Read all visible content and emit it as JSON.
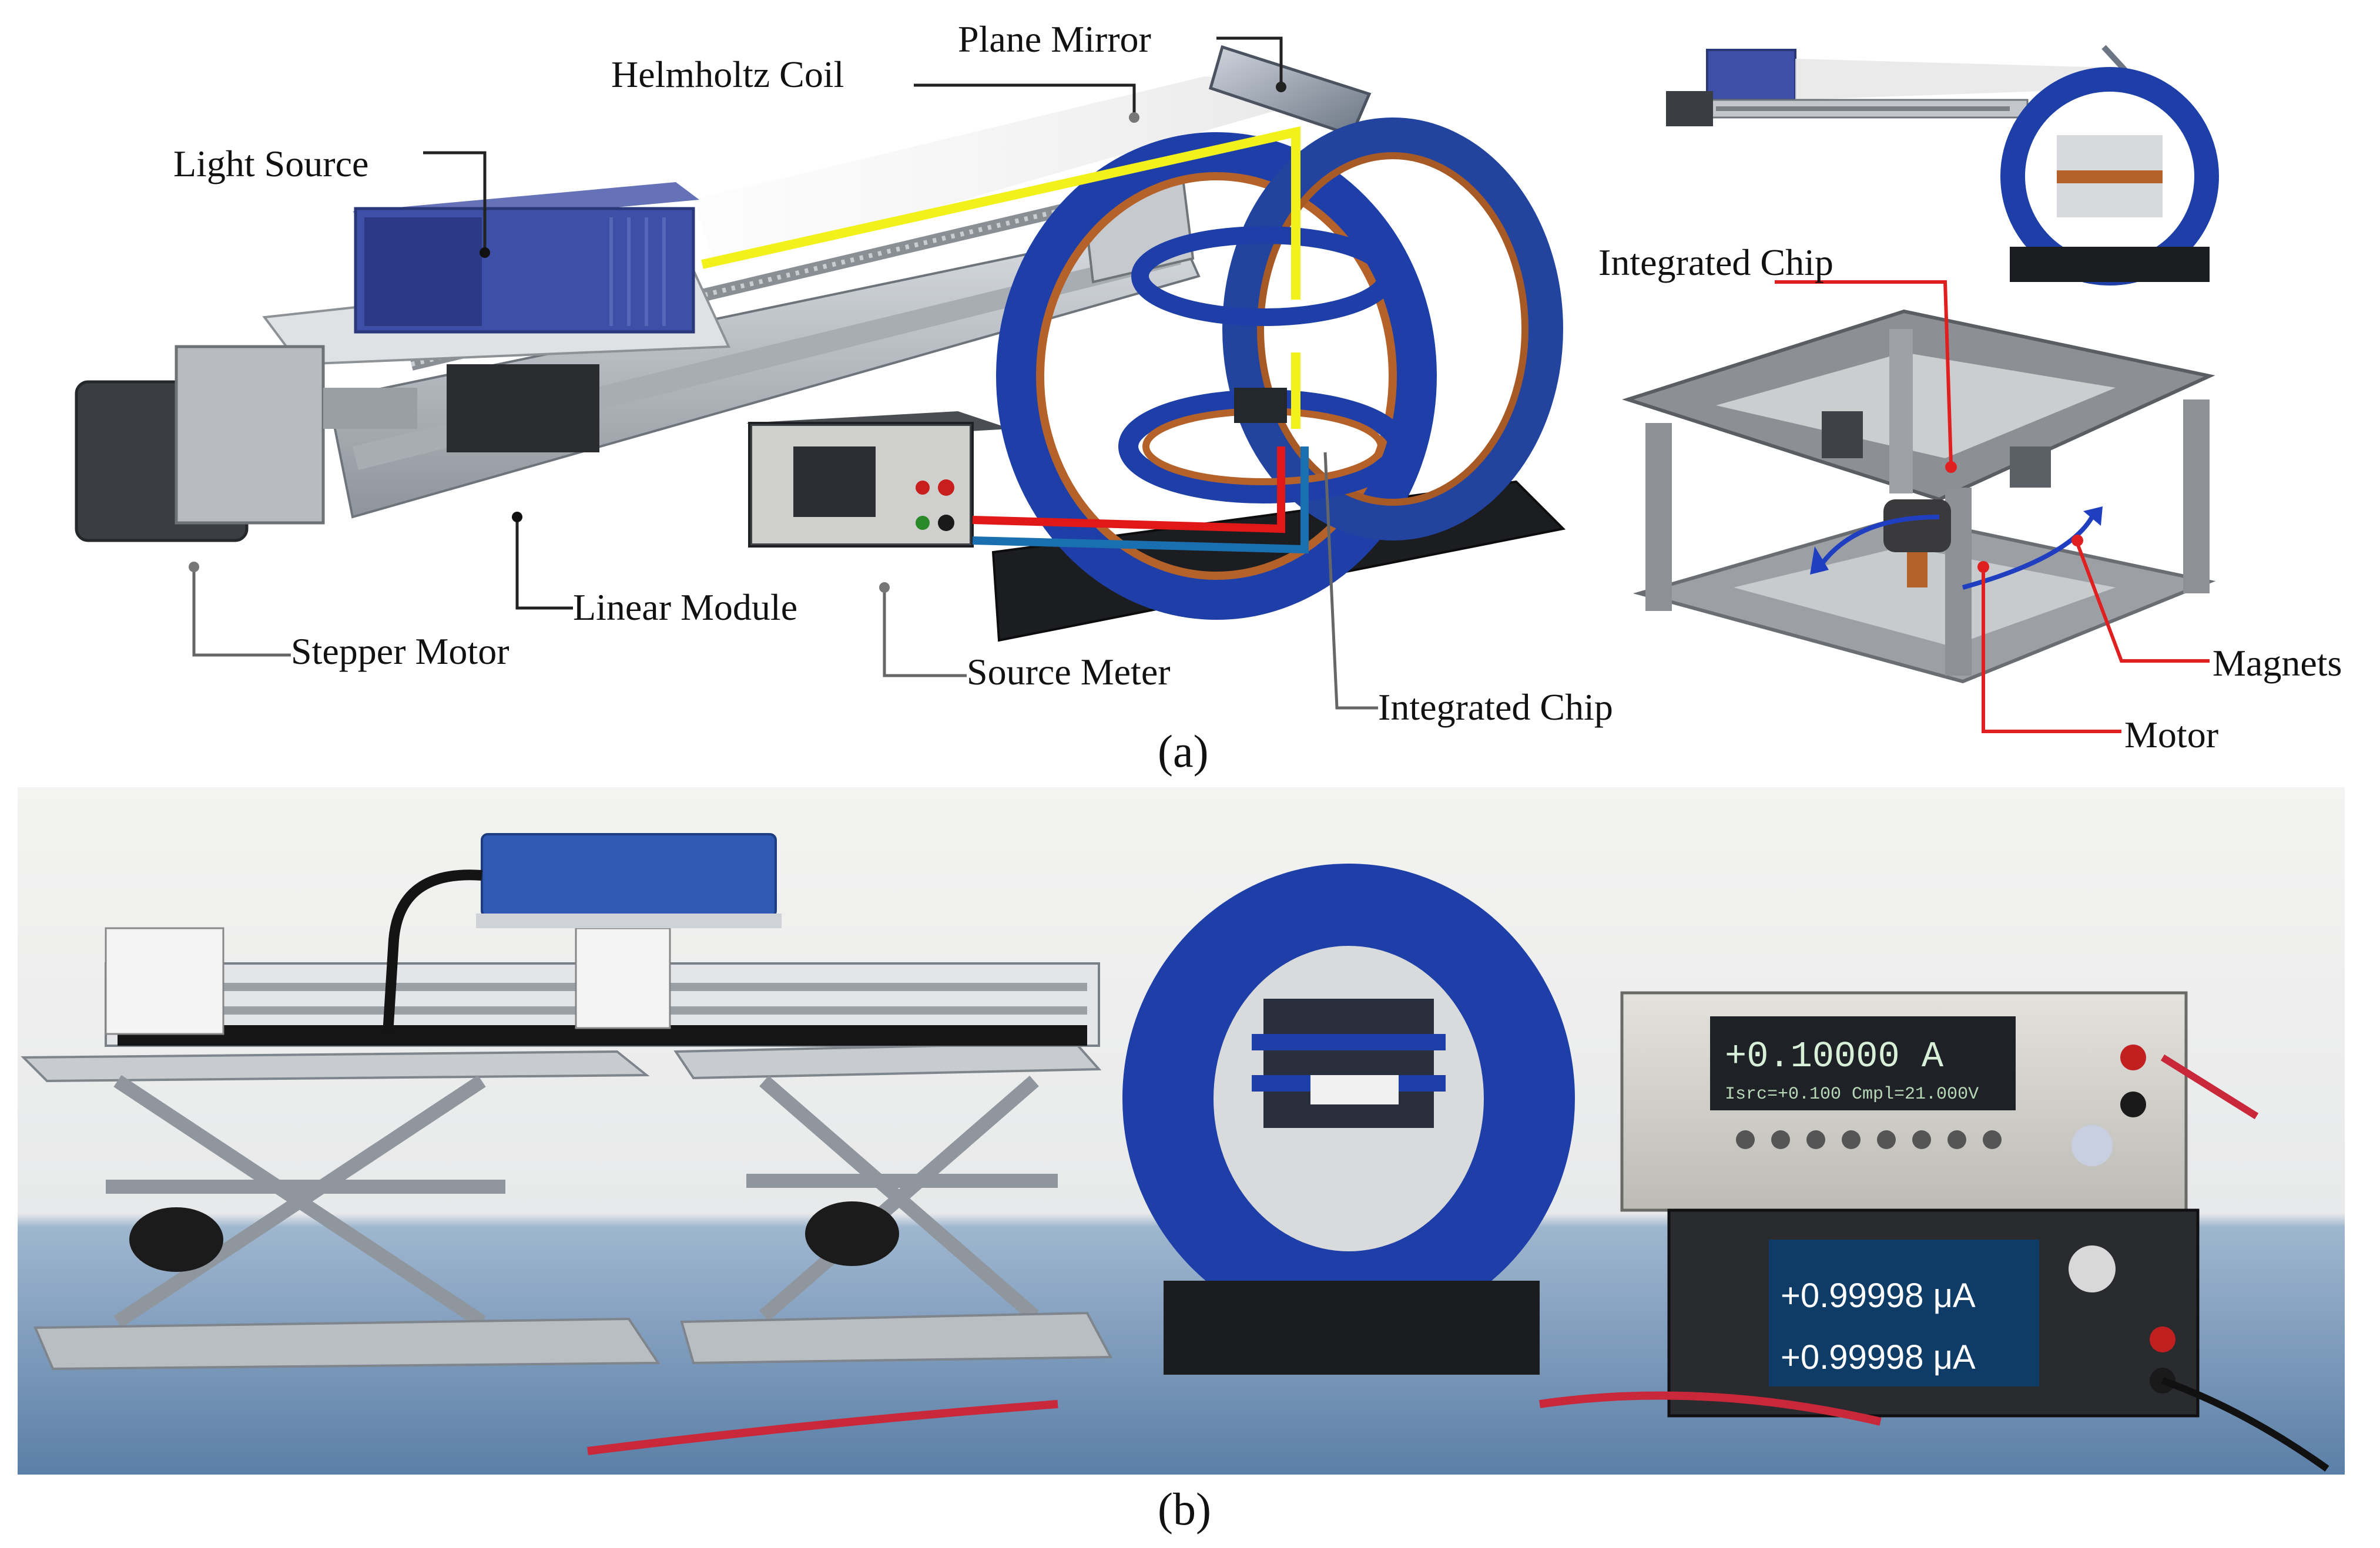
{
  "panel_a": {
    "caption": "(a)",
    "labels": {
      "plane_mirror": "Plane Mirror",
      "helmholtz_coil": "Helmholtz Coil",
      "light_source": "Light Source",
      "stepper_motor": "Stepper Motor",
      "linear_module": "Linear Module",
      "source_meter": "Source Meter",
      "integrated_chip_bottom": "Integrated Chip",
      "integrated_chip_right": "Integrated Chip",
      "magnets": "Magnets",
      "motor": "Motor"
    },
    "colors": {
      "light_path": "#f2f21a",
      "positive_wire": "#e01818",
      "negative_wire": "#1a6fb0",
      "coil_blue": "#1f3fa8",
      "copper": "#b5622a",
      "light_source_blue": "#3d4fa6",
      "red_leader": "#e02020",
      "rotation_arrow": "#1f3fc0"
    }
  },
  "panel_b": {
    "caption": "(b)",
    "meter_top_display": "+0.10000 A",
    "meter_top_subline": "Isrc=+0.100     Cmpl=21.000V",
    "meter_bottom_reading_1": "+0.99998 μA",
    "meter_bottom_reading_2": "+0.99998 μA"
  }
}
